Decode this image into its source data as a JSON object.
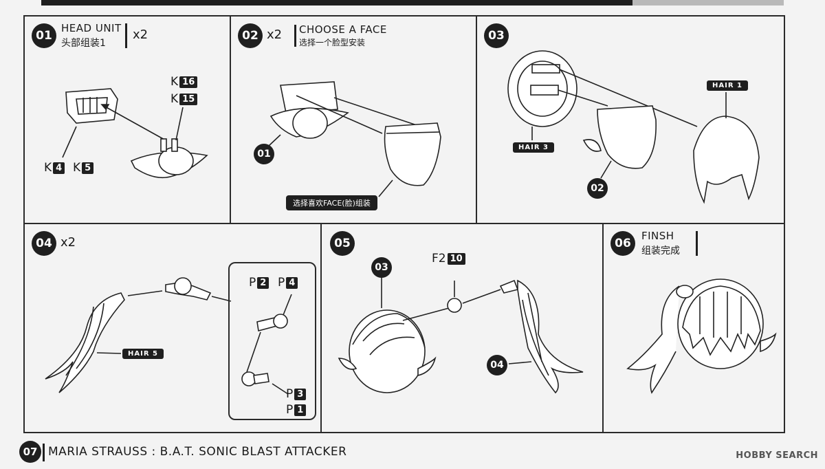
{
  "panels": {
    "p1": {
      "step": "01",
      "title_en": "HEAD UNIT",
      "title_cn": "头部组装1",
      "mult": "x2",
      "parts": [
        {
          "letter": "K",
          "num": "16"
        },
        {
          "letter": "K",
          "num": "15"
        },
        {
          "letter": "K",
          "num": "4"
        },
        {
          "letter": "K",
          "num": "5"
        }
      ]
    },
    "p2": {
      "step": "02",
      "mult": "x2",
      "title_en": "CHOOSE A FACE",
      "title_cn": "选择一个脸型安装",
      "ref": "01",
      "note": "选择喜欢FACE(脸)组装"
    },
    "p3": {
      "step": "03",
      "tag_hair1": "HAIR 1",
      "tag_hair3": "HAIR 3",
      "ref": "02"
    },
    "p4": {
      "step": "04",
      "mult": "x2",
      "tag_hair5": "HAIR 5",
      "parts": [
        {
          "letter": "P",
          "num": "2"
        },
        {
          "letter": "P",
          "num": "4"
        },
        {
          "letter": "P",
          "num": "3"
        },
        {
          "letter": "P",
          "num": "1"
        }
      ]
    },
    "p5": {
      "step": "05",
      "part": {
        "letter": "F2",
        "num": "10"
      },
      "ref_a": "03",
      "ref_b": "04"
    },
    "p6": {
      "step": "06",
      "title_en": "FINSH",
      "title_cn": "组装完成"
    }
  },
  "footer": {
    "page": "07",
    "title": "MARIA STRAUSS : B.A.T. SONIC BLAST ATTACKER"
  },
  "watermark": "HOBBY SEARCH"
}
